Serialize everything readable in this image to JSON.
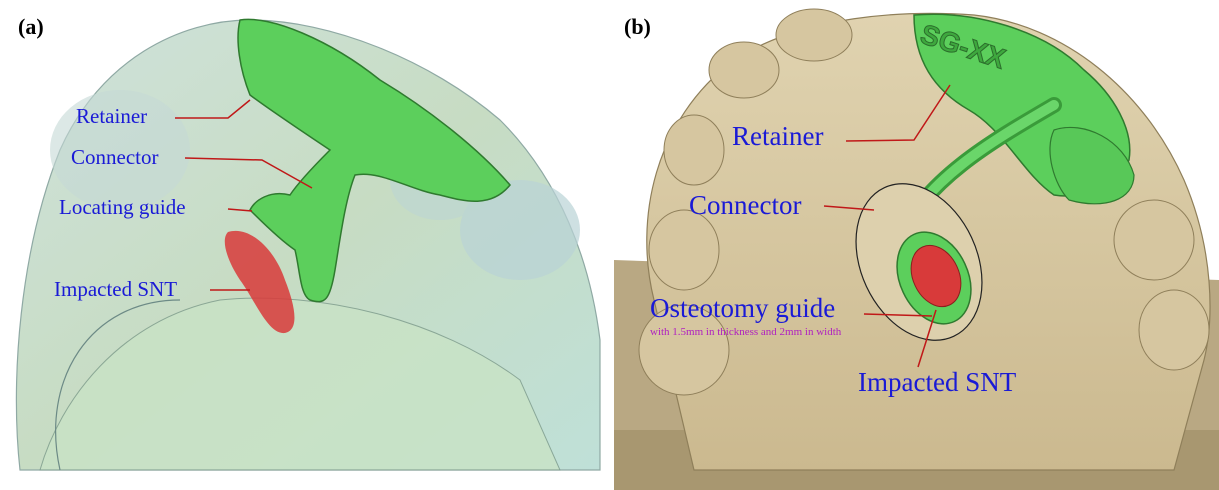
{
  "panels": [
    {
      "letter": "(a)",
      "labels": {
        "retainer": "Retainer",
        "connector": "Connector",
        "locating_guide": "Locating guide",
        "impacted_snt": "Impacted SNT"
      }
    },
    {
      "letter": "(b)",
      "guide_engraving": "SG-XX",
      "labels": {
        "retainer": "Retainer",
        "connector": "Connector",
        "osteotomy_guide": "Osteotomy guide",
        "osteotomy_note": "with 1.5mm in thickness and 2mm in width",
        "impacted_snt": "Impacted SNT"
      }
    }
  ],
  "colors": {
    "label_text": "#1a1ad6",
    "leader_line": "#c01818",
    "guide_green": "#5ccf5c",
    "tooth_tan": "#d8c9a3",
    "snt_red": "#d83a3a",
    "note_purple": "#b020c0"
  }
}
